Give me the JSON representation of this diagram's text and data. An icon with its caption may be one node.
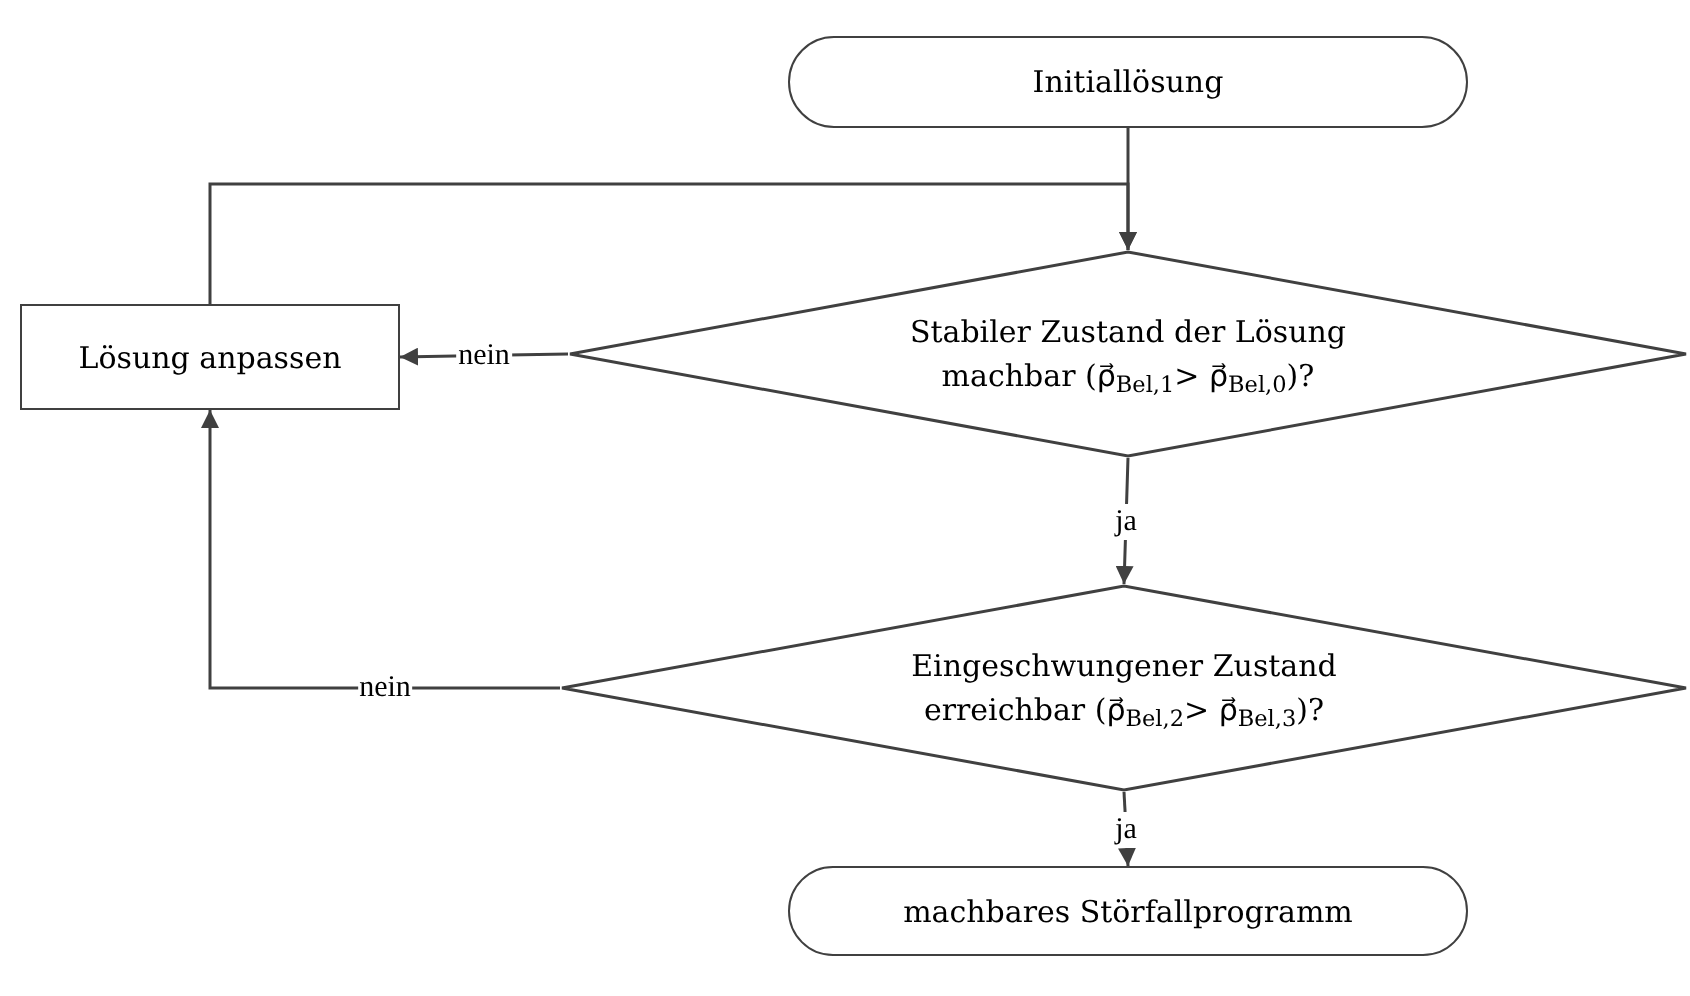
{
  "diagram": {
    "nodes": [
      {
        "text": [
          "Initiallösung"
        ]
      },
      {
        "text": [
          "Stabiler Zustand der Lösung machbar (ρ⃗$_{Bel,1}$> ρ⃗$_{Bel,0}$)?"
        ]
      },
      {
        "text": [
          "Lösung anpassen"
        ]
      },
      {
        "text": [
          "Eingeschwungener Zustand erreichbar (ρ⃗$_{Bel,2}$> ρ⃗$_{Bel,3}$)?"
        ]
      },
      {
        "text": [
          "machbares Störfallprogramm"
        ]
      }
    ],
    "edges": [
      {
        "from": 0,
        "to": 1,
        "arrow": "to"
      },
      {
        "from": 1,
        "to": 2,
        "arrow": "to",
        "label": "nein"
      },
      {
        "from": 2,
        "to": 1,
        "arrow": "to"
      },
      {
        "from": 1,
        "to": 3,
        "arrow": "to",
        "label": "ja"
      },
      {
        "from": 3,
        "to": 2,
        "arrow": "to",
        "label": "nein"
      },
      {
        "from": 3,
        "to": 4,
        "arrow": "to",
        "label": "ja"
      }
    ]
  }
}
